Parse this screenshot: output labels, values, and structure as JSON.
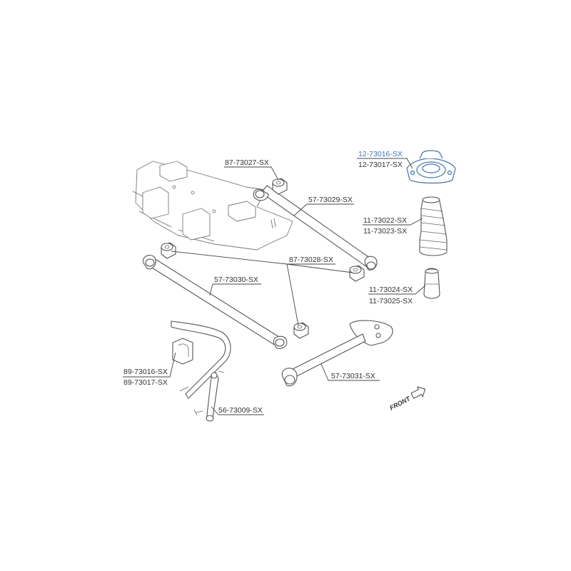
{
  "labels": {
    "p12_73016": "12-73016-SX",
    "p12_73017": "12-73017-SX",
    "p87_73027": "87-73027-SX",
    "p57_73029": "57-73029-SX",
    "p11_73022": "11-73022-SX",
    "p11_73023": "11-73023-SX",
    "p87_73028": "87-73028-SX",
    "p57_73030": "57-73030-SX",
    "p11_73024": "11-73024-SX",
    "p11_73025": "11-73025-SX",
    "p89_73016": "89-73016-SX",
    "p89_73017": "89-73017-SX",
    "p57_73031": "57-73031-SX",
    "p56_73009": "56-73009-SX",
    "front": "FRONT"
  },
  "colors": {
    "line": "#444444",
    "label": "#333333",
    "highlight": "#3f73a8"
  }
}
